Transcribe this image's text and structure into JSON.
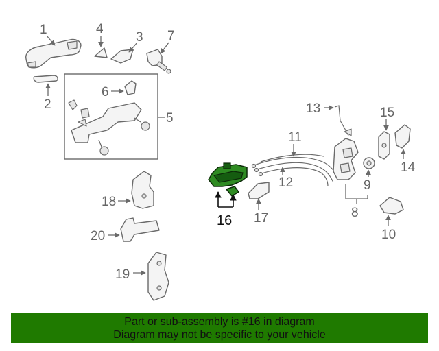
{
  "callouts": {
    "c1": "1",
    "c2": "2",
    "c3": "3",
    "c4": "4",
    "c5": "5",
    "c6": "6",
    "c7": "7",
    "c8": "8",
    "c9": "9",
    "c10": "10",
    "c11": "11",
    "c12": "12",
    "c13": "13",
    "c14": "14",
    "c15": "15",
    "c16": "16",
    "c17": "17",
    "c18": "18",
    "c19": "19",
    "c20": "20"
  },
  "highlight": {
    "part_number": "16",
    "color": "#2e8b22"
  },
  "banner": {
    "line1": "Part or sub-assembly is #16 in diagram",
    "line2": "Diagram may not be specific to your vehicle",
    "background": "#1f7a00"
  }
}
